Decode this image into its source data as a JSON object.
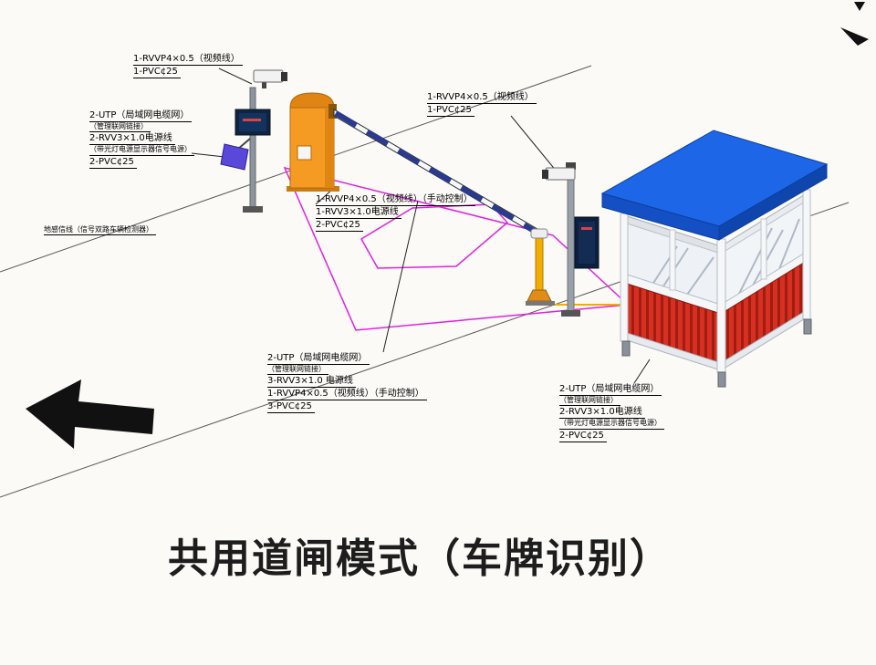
{
  "title": "共用道闸模式（车牌识别）",
  "labels": {
    "camera1": [
      "1-RVVP4×0.5（视频线）",
      "1-PVC¢25"
    ],
    "display": [
      "2-UTP（局域网电缆网）",
      "（管理联网链接）",
      "2-RVV3×1.0电源线",
      "（带光灯电源显示器信号电源）",
      "2-PVC¢25"
    ],
    "ground_loop": [
      "地感信线（信号双路车辆检测器）"
    ],
    "camera2": [
      "1-RVVP4×0.5（视频线）",
      "1-PVC¢25"
    ],
    "barrier": [
      "1-RVVP4×0.5（视频线）（手动控制）",
      "1-RVV3×1.0电源线",
      "2-PVC¢25"
    ],
    "manual_camera": [
      "2-UTP（局域网电缆网）",
      "（管理联网链接）",
      "3-RVV3×1.0 电源线",
      "1-RVVP4×0.5（视频线）（手动控制）",
      "3-PVC¢25"
    ],
    "booth": [
      "2-UTP（局域网电缆网）",
      "（管理联网链接）",
      "2-RVV3×1.0电源线",
      "（带光灯电源显示器信号电源）",
      "2-PVC¢25"
    ]
  },
  "colors": {
    "roof_top": "#1e66e8",
    "roof_left": "#1450c4",
    "roof_right": "#0f46ae",
    "panel": "#d63022",
    "panel_stripe": "#a21c10",
    "cabinet": "#f59a23",
    "cabinet_cap": "#e08414",
    "arm_stripe": "#2b3a8c",
    "zone": "#e020e0",
    "floodlight": "#5a48d8",
    "cable": "#f0ad00",
    "arrow": "#111111"
  }
}
